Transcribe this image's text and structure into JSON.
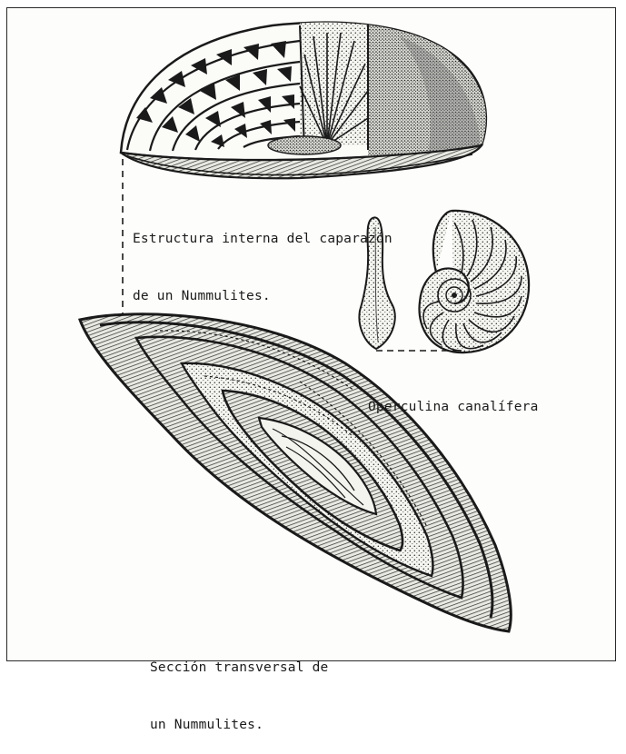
{
  "labels": {
    "nummulites_structure": {
      "line1": "Estructura interna del caparazón",
      "line2": "de un Nummulites."
    },
    "operculina": {
      "line1": "Operculina canalífera"
    },
    "nummulites_section": {
      "line1": "Sección transversal de",
      "line2": "un Nummulites."
    }
  },
  "colors": {
    "ink": "#1a1a1a",
    "paper": "#fdfdfb",
    "shade": "#6e6e6e"
  }
}
